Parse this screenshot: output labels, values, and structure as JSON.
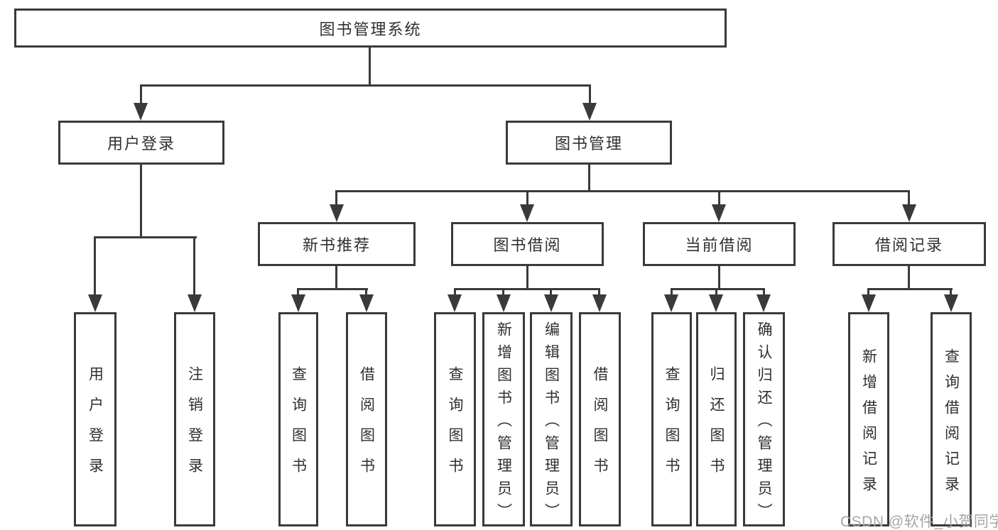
{
  "tree": {
    "root": "图书管理系统",
    "branches": [
      {
        "label": "用户登录",
        "children": [
          "用户登录",
          "注销登录"
        ]
      },
      {
        "label": "图书管理",
        "groups": [
          {
            "label": "新书推荐",
            "children": [
              "查询图书",
              "借阅图书"
            ]
          },
          {
            "label": "图书借阅",
            "children": [
              "查询图书",
              "新增图书（管理员）",
              "编辑图书（管理员）",
              "借阅图书"
            ]
          },
          {
            "label": "当前借阅",
            "children": [
              "查询图书",
              "归还图书",
              "确认归还（管理员）"
            ]
          },
          {
            "label": "借阅记录",
            "children": [
              "新增借阅记录",
              "查询借阅记录"
            ]
          }
        ]
      }
    ]
  },
  "colors": {
    "line": "#3a3a3a",
    "text": "#2f2f2f",
    "watermark": "#a6a6a6"
  },
  "watermark": "CSDN @软件_小贺同学"
}
